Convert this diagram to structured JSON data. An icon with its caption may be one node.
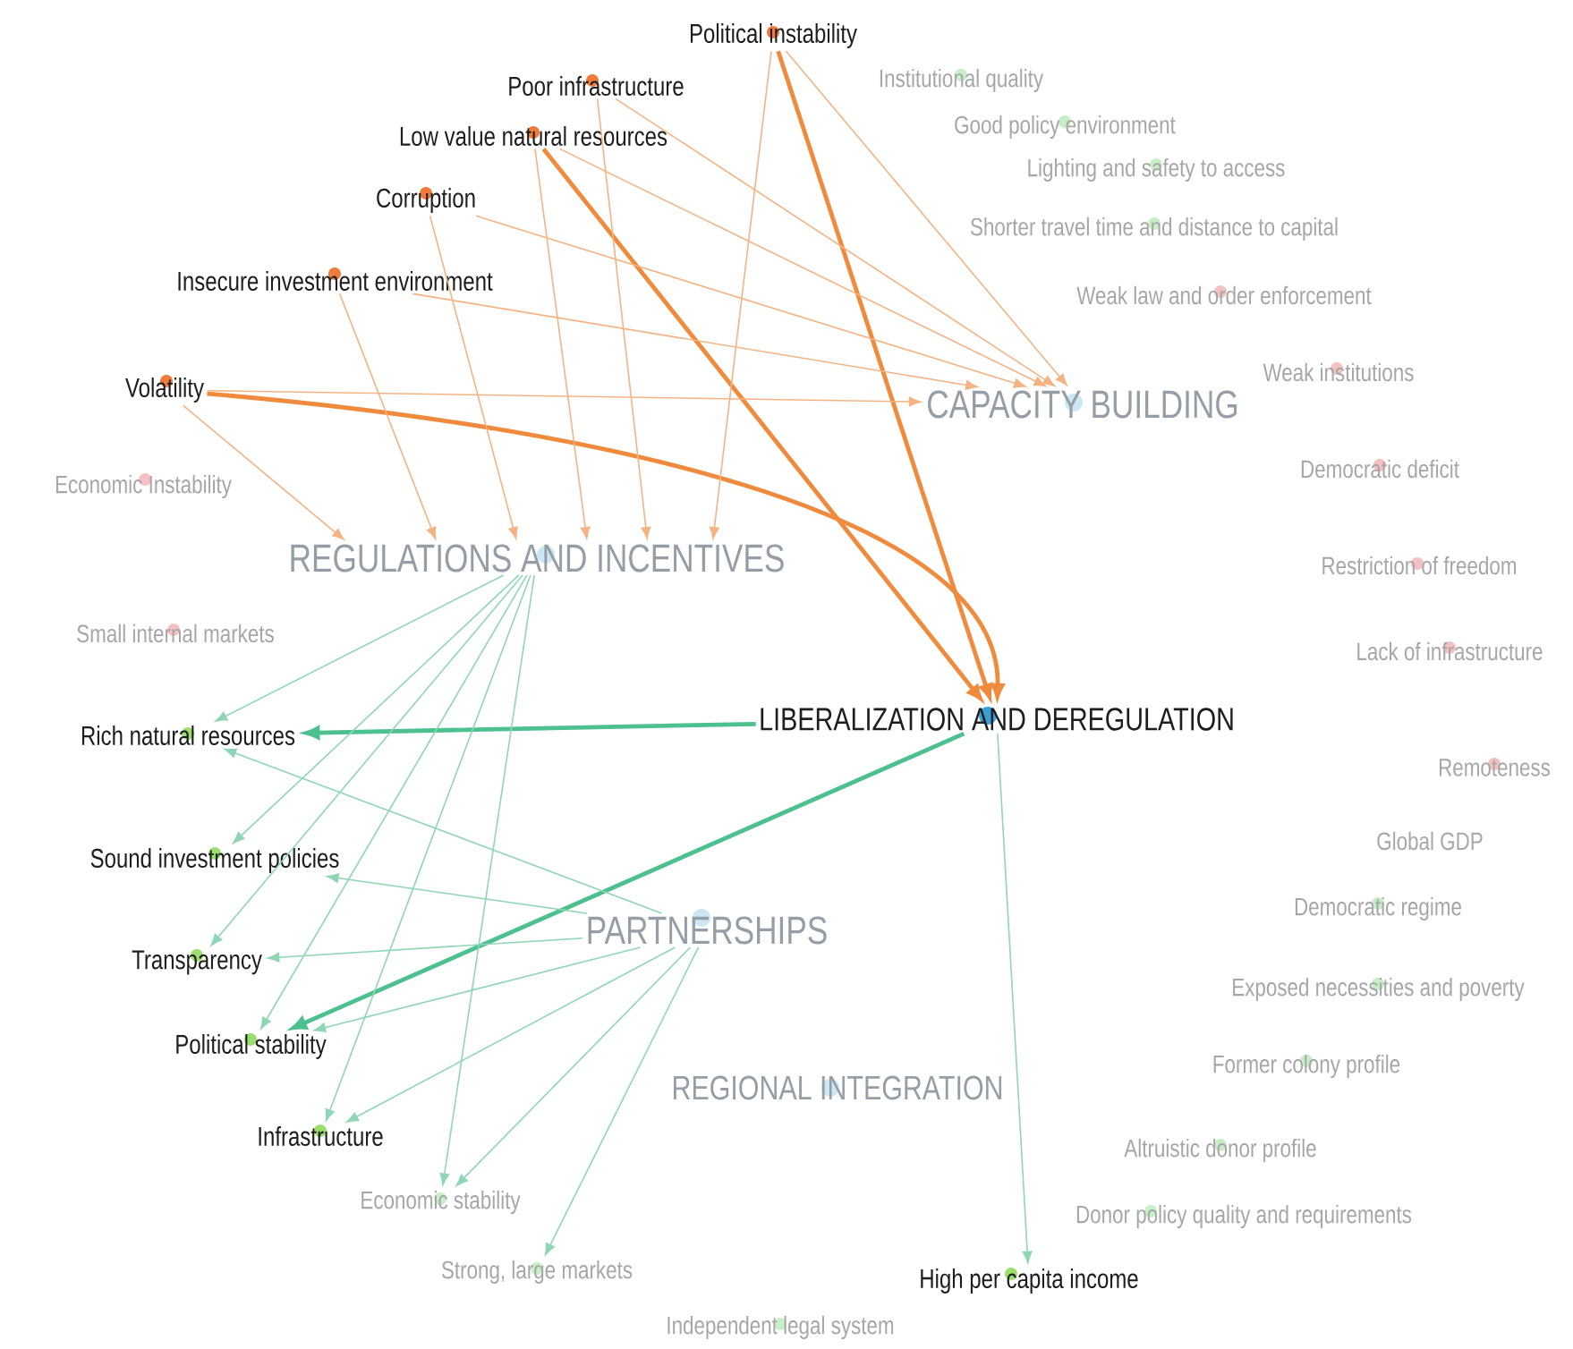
{
  "diagram": {
    "nodes": [
      {
        "text": [
          "Political instability"
        ]
      },
      {
        "text": [
          "Institutional quality"
        ]
      },
      {
        "text": [
          "Poor infrastructure"
        ]
      },
      {
        "text": [
          "Good policy environment"
        ]
      },
      {
        "text": [
          "Low value natural resources"
        ]
      },
      {
        "text": [
          "Lighting and safety to access"
        ]
      },
      {
        "text": [
          "Corruption"
        ]
      },
      {
        "text": [
          "Shorter travel time and distance to capital"
        ]
      },
      {
        "text": [
          "Insecure investment environment"
        ]
      },
      {
        "text": [
          "Weak law and order enforcement"
        ]
      },
      {
        "text": [
          "Weak institutions"
        ]
      },
      {
        "text": [
          "Volatility"
        ]
      },
      {
        "text": [
          "CAPACITY BUILDING"
        ]
      },
      {
        "text": [
          "Economic Instability"
        ]
      },
      {
        "text": [
          "Democratic deficit"
        ]
      },
      {
        "text": [
          "REGULATIONS AND INCENTIVES"
        ]
      },
      {
        "text": [
          "Restriction of freedom"
        ]
      },
      {
        "text": [
          "Small internal markets"
        ]
      },
      {
        "text": [
          "Lack of infrastructure"
        ]
      },
      {
        "text": [
          "LIBERALIZATION AND DEREGULATION"
        ]
      },
      {
        "text": [
          "Rich natural resources"
        ]
      },
      {
        "text": [
          "Remoteness"
        ]
      },
      {
        "text": [
          "Global GDP"
        ]
      },
      {
        "text": [
          "Sound investment policies"
        ]
      },
      {
        "text": [
          "PARTNERSHIPS"
        ]
      },
      {
        "text": [
          "Democratic regime"
        ]
      },
      {
        "text": [
          "Transparency"
        ]
      },
      {
        "text": [
          "Exposed necessities and poverty"
        ]
      },
      {
        "text": [
          "Political stability"
        ]
      },
      {
        "text": [
          "Former colony profile"
        ]
      },
      {
        "text": [
          "REGIONAL INTEGRATION"
        ]
      },
      {
        "text": [
          "Infrastructure"
        ]
      },
      {
        "text": [
          "Altruistic donor profile"
        ]
      },
      {
        "text": [
          "Economic stability"
        ]
      },
      {
        "text": [
          "Donor policy quality and requirements"
        ]
      },
      {
        "text": [
          "Strong, large markets"
        ]
      },
      {
        "text": [
          "High per capita income"
        ]
      },
      {
        "text": [
          "Independent legal system"
        ]
      }
    ],
    "edges": [
      {
        "from": 0,
        "to": 19,
        "arrow": "to",
        "style": "thick",
        "color": "#f08a3c"
      },
      {
        "from": 4,
        "to": 19,
        "arrow": "to",
        "style": "thick",
        "color": "#f08a3c"
      },
      {
        "from": 11,
        "to": 19,
        "arrow": "to",
        "style": "thick",
        "color": "#f08a3c"
      },
      {
        "from": 19,
        "to": 20,
        "arrow": "to",
        "style": "thick",
        "color": "#4cc08e"
      },
      {
        "from": 19,
        "to": 28,
        "arrow": "to",
        "style": "thick",
        "color": "#4cc08e"
      },
      {
        "from": 19,
        "to": 36,
        "arrow": "to",
        "color": "#8fd6b5"
      },
      {
        "from": 0,
        "to": 12,
        "arrow": "to",
        "color": "#f5b384"
      },
      {
        "from": 2,
        "to": 12,
        "arrow": "to",
        "color": "#f5b384"
      },
      {
        "from": 4,
        "to": 12,
        "arrow": "to",
        "color": "#f5b384"
      },
      {
        "from": 6,
        "to": 12,
        "arrow": "to",
        "color": "#f5b384"
      },
      {
        "from": 8,
        "to": 12,
        "arrow": "to",
        "color": "#f5b384"
      },
      {
        "from": 11,
        "to": 12,
        "arrow": "to",
        "color": "#f5b384"
      },
      {
        "from": 0,
        "to": 15,
        "arrow": "to",
        "color": "#f5b384"
      },
      {
        "from": 2,
        "to": 15,
        "arrow": "to",
        "color": "#f5b384"
      },
      {
        "from": 4,
        "to": 15,
        "arrow": "to",
        "color": "#f5b384"
      },
      {
        "from": 6,
        "to": 15,
        "arrow": "to",
        "color": "#f5b384"
      },
      {
        "from": 8,
        "to": 15,
        "arrow": "to",
        "color": "#f5b384"
      },
      {
        "from": 11,
        "to": 15,
        "arrow": "to",
        "color": "#f5b384"
      },
      {
        "from": 15,
        "to": 20,
        "arrow": "to",
        "color": "#8fd6b5"
      },
      {
        "from": 15,
        "to": 23,
        "arrow": "to",
        "color": "#8fd6b5"
      },
      {
        "from": 15,
        "to": 26,
        "arrow": "to",
        "color": "#8fd6b5"
      },
      {
        "from": 15,
        "to": 28,
        "arrow": "to",
        "color": "#8fd6b5"
      },
      {
        "from": 15,
        "to": 31,
        "arrow": "to",
        "color": "#8fd6b5"
      },
      {
        "from": 15,
        "to": 33,
        "arrow": "to",
        "color": "#8fd6b5"
      },
      {
        "from": 24,
        "to": 20,
        "arrow": "to",
        "color": "#8fd6b5"
      },
      {
        "from": 24,
        "to": 23,
        "arrow": "to",
        "color": "#8fd6b5"
      },
      {
        "from": 24,
        "to": 26,
        "arrow": "to",
        "color": "#8fd6b5"
      },
      {
        "from": 24,
        "to": 28,
        "arrow": "to",
        "color": "#8fd6b5"
      },
      {
        "from": 24,
        "to": 31,
        "arrow": "to",
        "color": "#8fd6b5"
      },
      {
        "from": 24,
        "to": 33,
        "arrow": "to",
        "color": "#8fd6b5"
      },
      {
        "from": 24,
        "to": 35,
        "arrow": "to",
        "color": "#8fd6b5"
      }
    ]
  }
}
